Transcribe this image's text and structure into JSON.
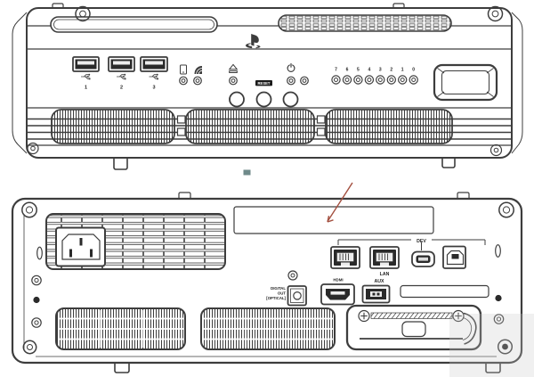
{
  "colors": {
    "line": "#3d3d3d",
    "panel_fill": "#ffffff",
    "dark_fill": "#2a2a2a",
    "arrow_red": "#a34f3f",
    "teal_mark": "#567676",
    "watermark_grey": "#c8c8c8"
  },
  "front_panel": {
    "usb_ports": [
      {
        "label": "1",
        "icon": "usb-icon"
      },
      {
        "label": "2",
        "icon": "usb-icon"
      },
      {
        "label": "3",
        "icon": "usb-icon"
      }
    ],
    "hdd_indicator_icon": "hdd-icon",
    "network_indicator_icon": "network-icon",
    "eject_icon": "eject-icon",
    "reset_label": "RESET",
    "power_icon": "power-icon",
    "logo_icon": "playstation-logo-icon",
    "led_numbers": [
      "7",
      "6",
      "5",
      "4",
      "3",
      "2",
      "1",
      "0"
    ]
  },
  "rear_panel": {
    "dev_label": "DEV",
    "lan_label": "LAN",
    "aux_label": "AUX",
    "digital_out_lines": [
      "DIGITAL",
      "OUT",
      "[OPTICAL]"
    ],
    "hdmi_label": "HDMI"
  }
}
